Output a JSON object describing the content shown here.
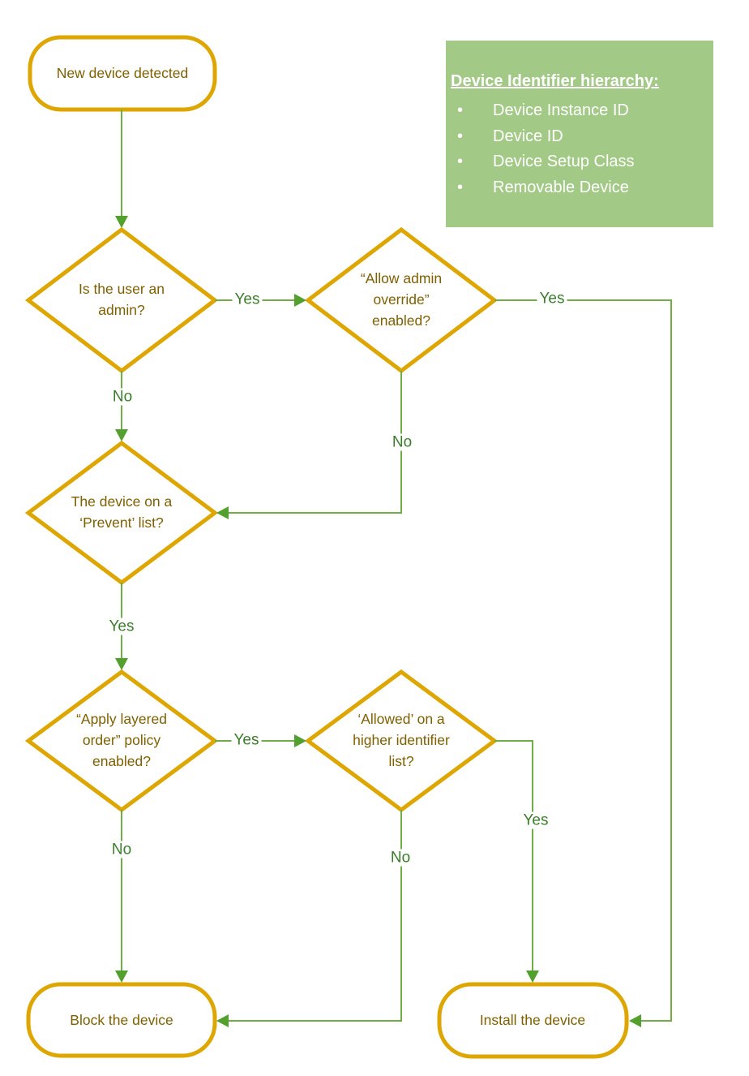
{
  "title": "Device installation decision flowchart",
  "nodes": {
    "start": "New device detected",
    "admin": "Is the user an admin?",
    "override": "“Allow admin override” enabled?",
    "prevent": "The device on a ‘Prevent’ list?",
    "layered": "“Apply layered order” policy enabled?",
    "allowed": "‘Allowed’ on a higher identifier list?",
    "block": "Block the device",
    "install": "Install the device"
  },
  "edge_labels": {
    "admin_yes": "Yes",
    "admin_no": "No",
    "override_yes": "Yes",
    "override_no": "No",
    "prevent_yes": "Yes",
    "layered_yes": "Yes",
    "layered_no": "No",
    "allowed_yes": "Yes",
    "allowed_no": "No"
  },
  "legend": {
    "title": "Device Identifier hierarchy:",
    "bullet": "•",
    "items": [
      "Device Instance ID",
      "Device ID",
      "Device Setup Class",
      "Removable Device"
    ]
  },
  "colors": {
    "node-border": "#DDA600",
    "node-text": "#7F6000",
    "connector": "#70AD47",
    "arrowhead": "#54A02F",
    "edge-label": "#3B7D2C",
    "legend-bg": "#A3C986",
    "legend-text": "#FFFFFF"
  }
}
